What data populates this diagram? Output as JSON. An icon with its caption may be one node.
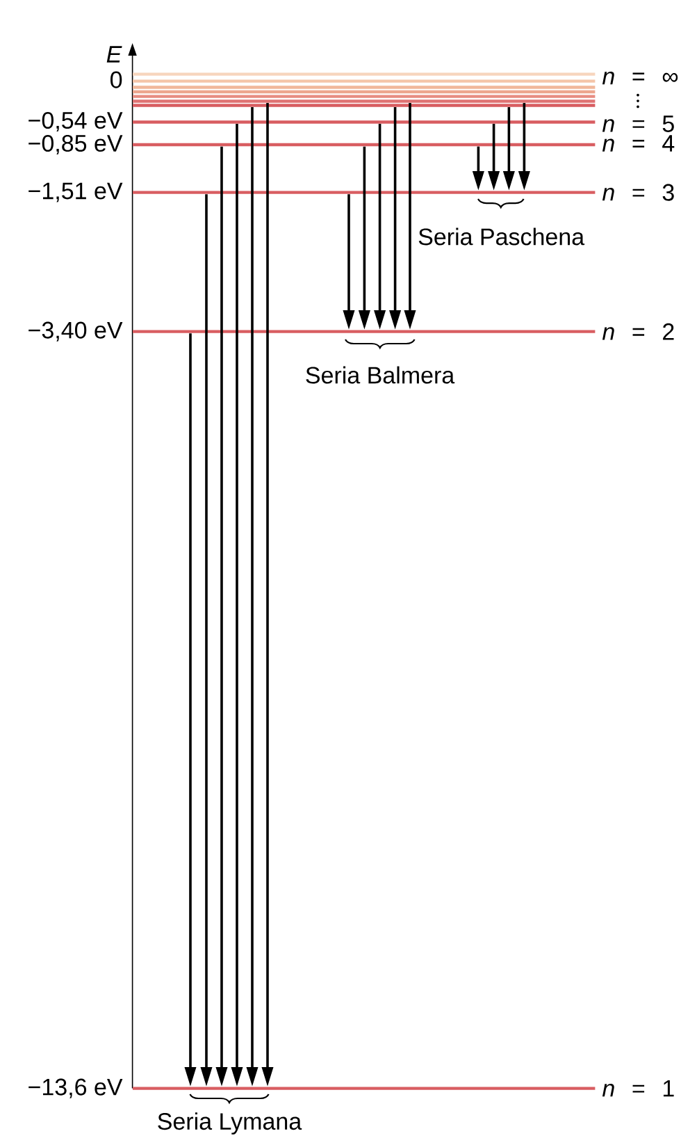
{
  "diagram": {
    "nodes": [
      {
        "text": [
          "*n* = ∞"
        ],
        "beside": [
          "0"
        ]
      },
      {
        "text": [],
        "shape": "line"
      },
      {
        "text": [],
        "shape": "line"
      },
      {
        "text": [],
        "shape": "line"
      },
      {
        "text": [],
        "shape": "line"
      },
      {
        "text": [],
        "shape": "line"
      },
      {
        "text": [],
        "shape": "line"
      },
      {
        "text": [
          "*n* = 5"
        ],
        "beside": [
          "−0,54 eV"
        ]
      },
      {
        "text": [
          "*n* = 4"
        ],
        "beside": [
          "−0,85 eV"
        ]
      },
      {
        "text": [
          "*n* = 3"
        ],
        "beside": [
          "−1,51 eV"
        ]
      },
      {
        "text": [
          "*n* = 2"
        ],
        "beside": [
          "−3,40 eV"
        ]
      },
      {
        "text": [
          "*n* = 1"
        ],
        "beside": [
          "−13,6 eV"
        ]
      }
    ],
    "edges": [
      {
        "from": 10,
        "to": 11,
        "arrow": "to"
      },
      {
        "from": 9,
        "to": 11,
        "arrow": "to"
      },
      {
        "from": 8,
        "to": 11,
        "arrow": "to"
      },
      {
        "from": 7,
        "to": 11,
        "arrow": "to"
      },
      {
        "from": 6,
        "to": 11,
        "arrow": "to"
      },
      {
        "from": 5,
        "to": 11,
        "arrow": "to"
      },
      {
        "from": 9,
        "to": 10,
        "arrow": "to"
      },
      {
        "from": 8,
        "to": 10,
        "arrow": "to"
      },
      {
        "from": 7,
        "to": 10,
        "arrow": "to"
      },
      {
        "from": 6,
        "to": 10,
        "arrow": "to"
      },
      {
        "from": 5,
        "to": 10,
        "arrow": "to"
      },
      {
        "from": 8,
        "to": 9,
        "arrow": "to"
      },
      {
        "from": 7,
        "to": 9,
        "arrow": "to"
      },
      {
        "from": 6,
        "to": 9,
        "arrow": "to"
      },
      {
        "from": 5,
        "to": 9,
        "arrow": "to"
      }
    ],
    "labels": [
      "E",
      "Seria Paschena",
      "Seria Balmera",
      "Seria Lymana"
    ]
  }
}
